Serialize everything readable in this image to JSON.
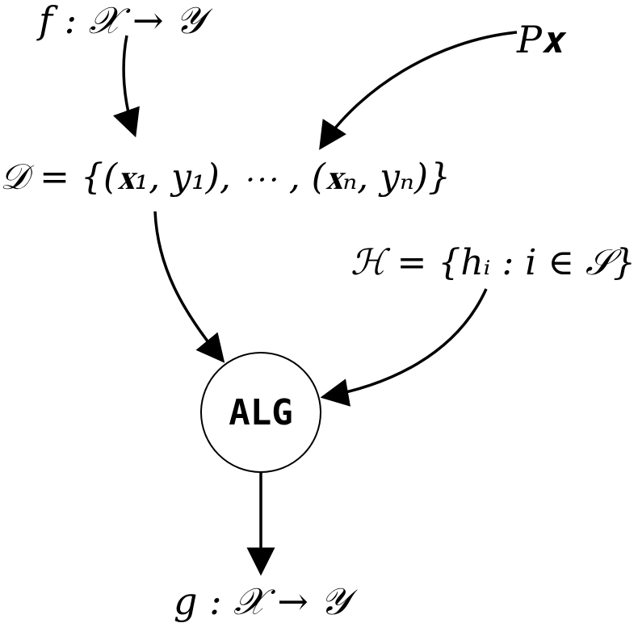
{
  "nodes": {
    "target_function": "f : 𝒳 → 𝒴",
    "input_distribution": "P𝐱",
    "dataset": "𝒟 = {(𝐱₁, y₁), ⋯ , (𝐱ₙ, yₙ)}",
    "hypothesis_set": "ℋ = {hᵢ : i ∈ 𝒮}",
    "algorithm": "ALG",
    "final_hypothesis": "g : 𝒳 → 𝒴"
  },
  "edges": [
    {
      "from": "target_function",
      "to": "dataset"
    },
    {
      "from": "input_distribution",
      "to": "dataset"
    },
    {
      "from": "dataset",
      "to": "algorithm"
    },
    {
      "from": "hypothesis_set",
      "to": "algorithm"
    },
    {
      "from": "algorithm",
      "to": "final_hypothesis"
    }
  ],
  "colors": {
    "stroke": "#000000",
    "background": "#ffffff"
  }
}
